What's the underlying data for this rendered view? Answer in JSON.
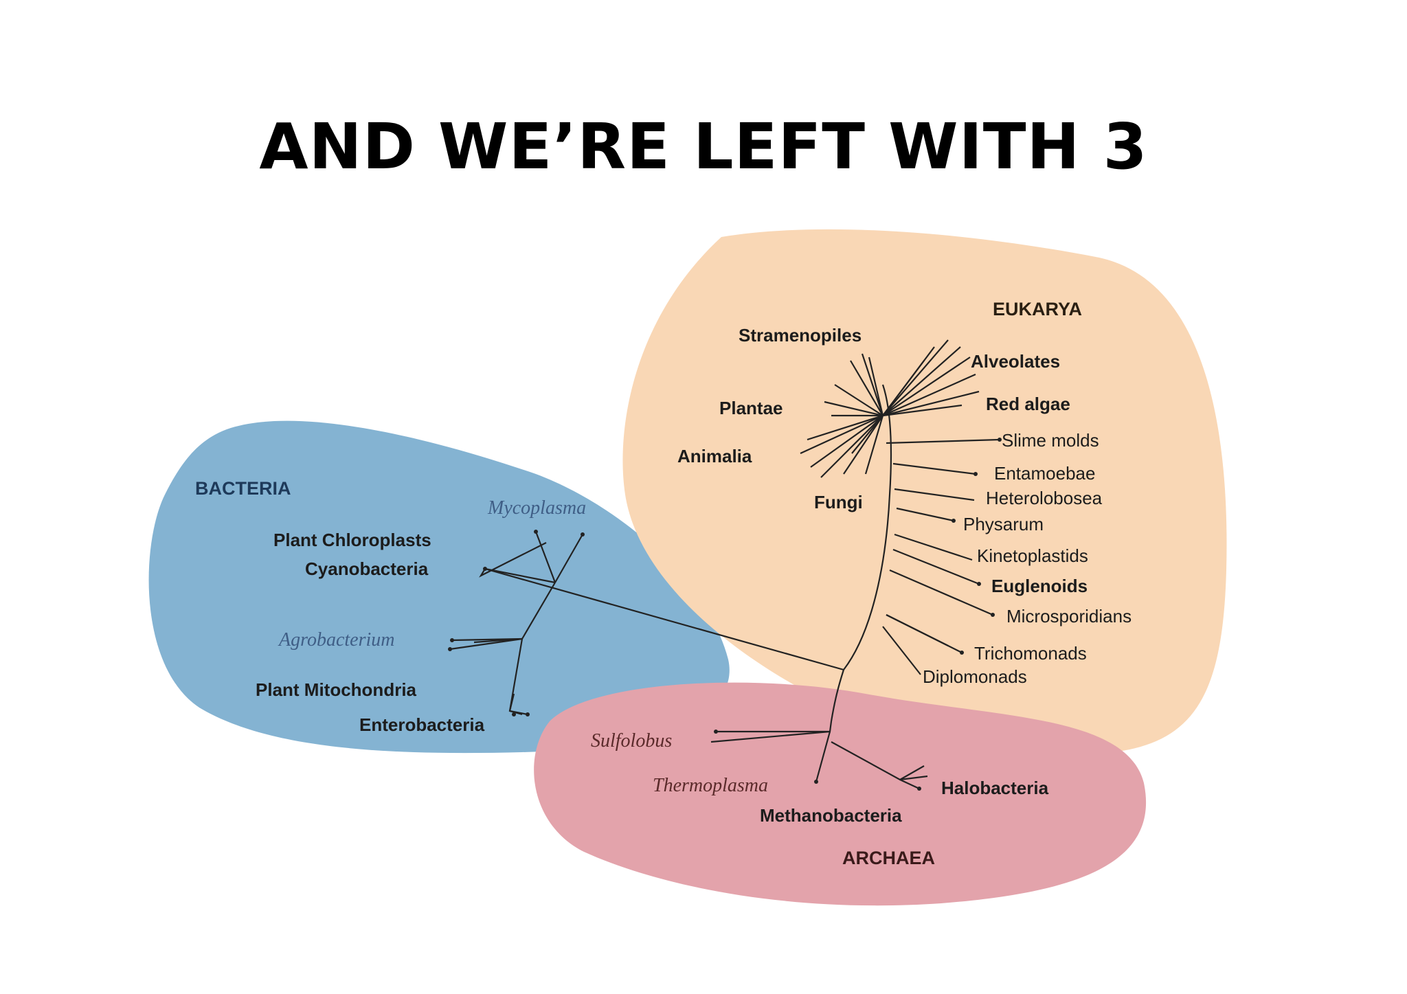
{
  "title": "AND WE’RE LEFT WITH 3",
  "colors": {
    "bacteria_fill": "#84b3d2",
    "eukarya_fill": "#f9d7b5",
    "archaea_fill": "#e3a3ab",
    "bacteria_text": "#1e3a5a",
    "archaea_text": "#3a1a1a",
    "italic_text": "#3f5e86",
    "italic_archaea_text": "#5a2a2a"
  },
  "domains": {
    "bacteria": "BACTERIA",
    "eukarya": "EUKARYA",
    "archaea": "ARCHAEA"
  },
  "bacteria_groups": {
    "mycoplasma": "Mycoplasma",
    "chloroplasts": "Plant Chloroplasts",
    "cyanobacteria": "Cyanobacteria",
    "agrobacterium": "Agrobacterium",
    "mitochondria": "Plant Mitochondria",
    "enterobacteria": "Enterobacteria"
  },
  "eukarya_groups": {
    "stramenopiles": "Stramenopiles",
    "alveolates": "Alveolates",
    "plantae": "Plantae",
    "red_algae": "Red algae",
    "animalia": "Animalia",
    "slime_molds": "Slime molds",
    "entamoebae": "Entamoebae",
    "fungi": "Fungi",
    "heterolobosea": "Heterolobosea",
    "physarum": "Physarum",
    "kinetoplastids": "Kinetoplastids",
    "euglenoids": "Euglenoids",
    "microsporidians": "Microsporidians",
    "trichomonads": "Trichomonads",
    "diplomonads": "Diplomonads"
  },
  "archaea_groups": {
    "sulfolobus": "Sulfolobus",
    "thermoplasma": "Thermoplasma",
    "halobacteria": "Halobacteria",
    "methanobacteria": "Methanobacteria"
  }
}
